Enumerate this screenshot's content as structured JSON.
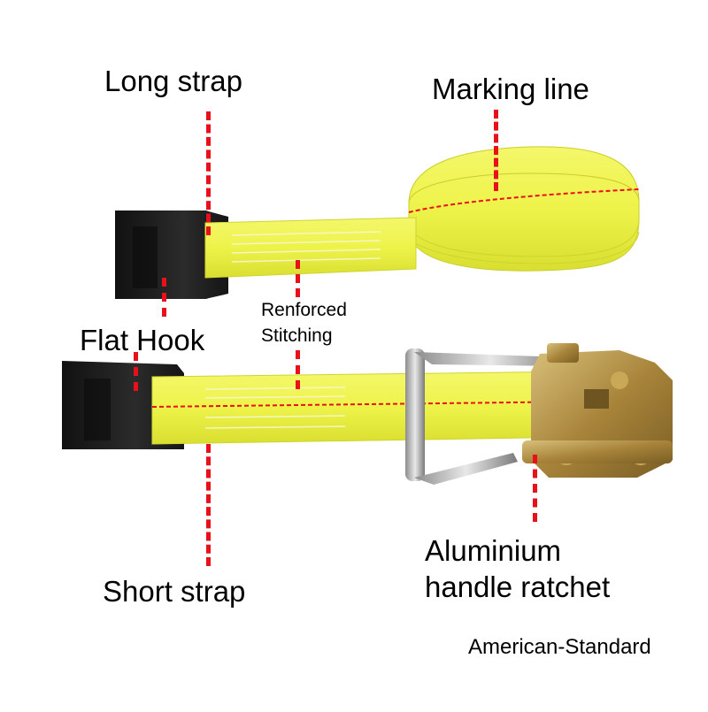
{
  "labels": {
    "long_strap": "Long strap",
    "marking_line": "Marking line",
    "reinforced_stitching_line1": "Renforced",
    "reinforced_stitching_line2": "Stitching",
    "flat_hook": "Flat Hook",
    "short_strap": "Short strap",
    "ratchet_line1": "Aluminium",
    "ratchet_line2": "handle ratchet",
    "footer": "American-Standard"
  },
  "colors": {
    "strap": "#eef34a",
    "marking_line": "#e8101a",
    "hook": "#1f1f1f",
    "ratchet": "#b8923a",
    "leader_lines": "#e8101a",
    "background": "#ffffff"
  }
}
